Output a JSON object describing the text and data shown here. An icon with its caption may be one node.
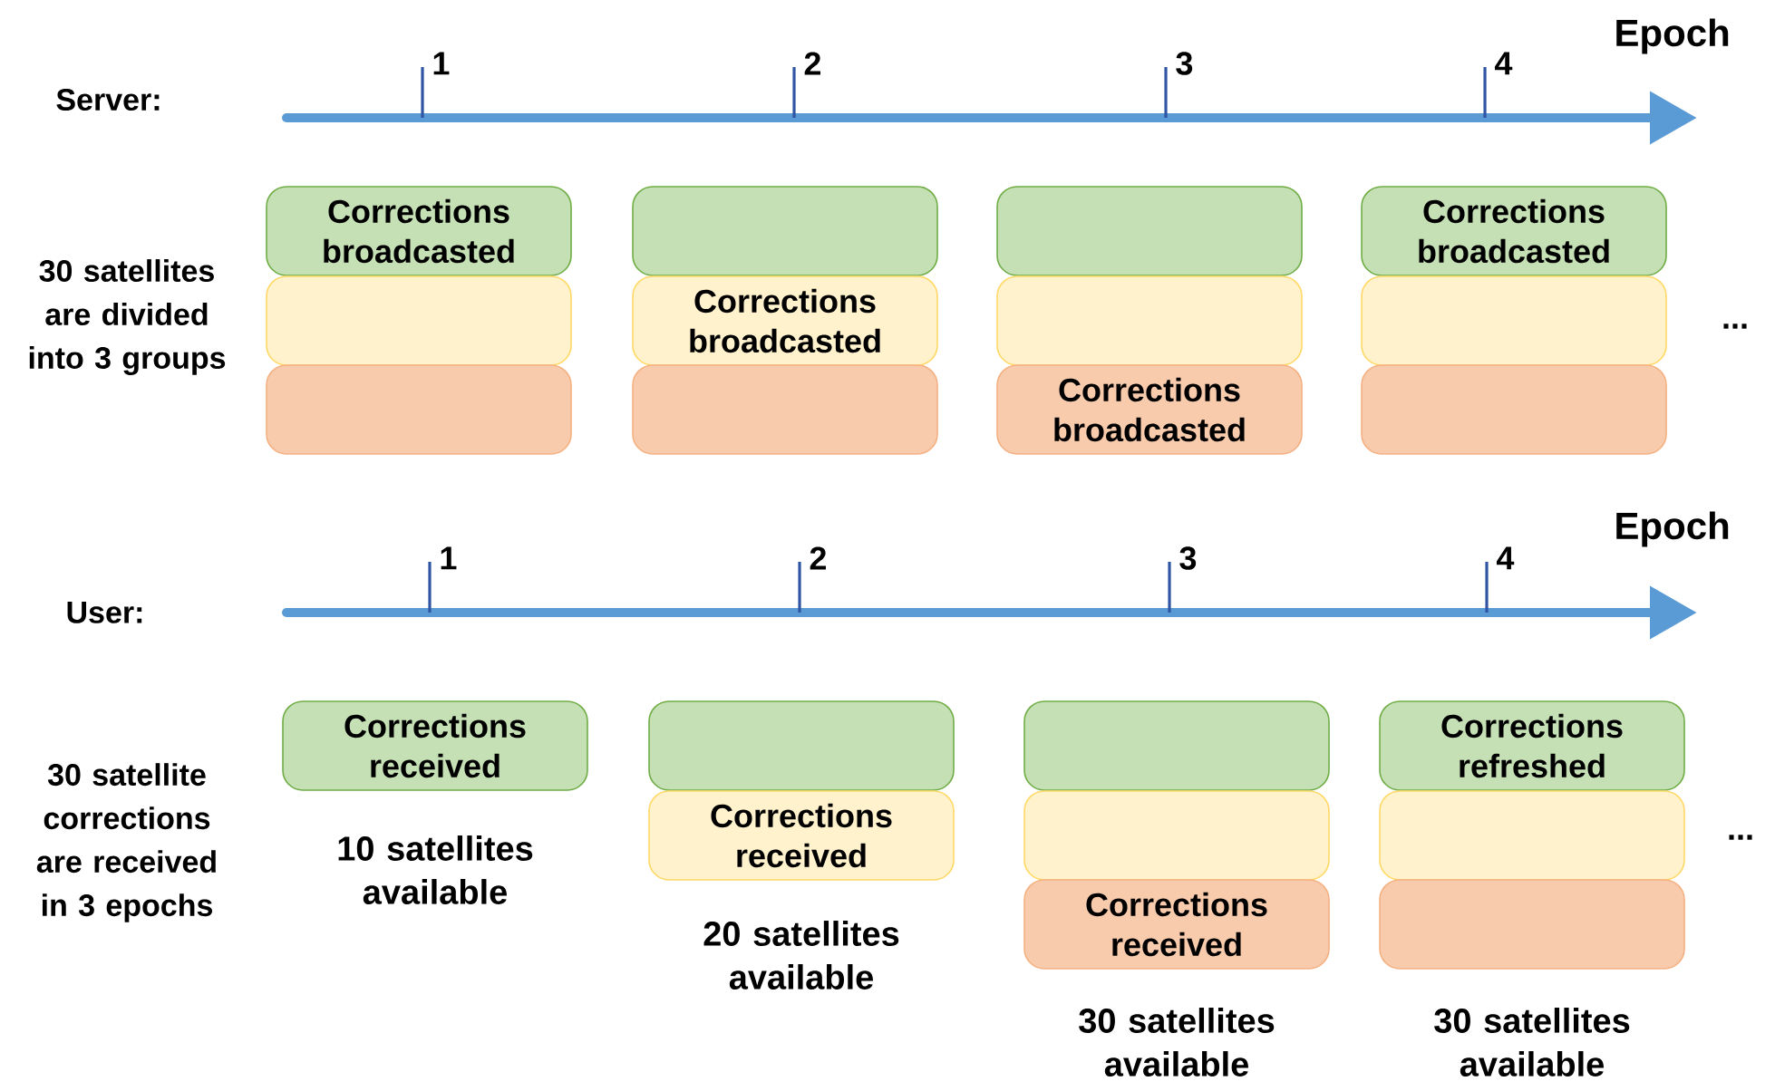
{
  "diagram": {
    "nodes": [
      {
        "text": [
          "Corrections broadcasted"
        ]
      },
      {
        "text": [],
        "shape": "box"
      },
      {
        "text": [],
        "shape": "box"
      },
      {
        "text": [],
        "shape": "box"
      },
      {
        "text": [
          "Corrections broadcasted"
        ]
      },
      {
        "text": [],
        "shape": "box"
      },
      {
        "text": [],
        "shape": "box"
      },
      {
        "text": [],
        "shape": "box"
      },
      {
        "text": [
          "Corrections broadcasted"
        ]
      },
      {
        "text": [
          "Corrections broadcasted"
        ]
      },
      {
        "text": [],
        "shape": "box"
      },
      {
        "text": [],
        "shape": "box"
      },
      {
        "text": [
          "Corrections received"
        ],
        "beside": [
          "10 satellites available"
        ]
      },
      {
        "text": [],
        "shape": "box"
      },
      {
        "text": [
          "Corrections received"
        ],
        "beside": [
          "20 satellites available"
        ]
      },
      {
        "text": [],
        "shape": "box"
      },
      {
        "text": [],
        "shape": "box"
      },
      {
        "text": [
          "Corrections received"
        ],
        "beside": [
          "30 satellites available"
        ]
      },
      {
        "text": [
          "Corrections refreshed"
        ]
      },
      {
        "text": [],
        "shape": "box"
      },
      {
        "text": [],
        "shape": "box",
        "beside": [
          "30 satellites available"
        ]
      }
    ],
    "edges": [],
    "labels": [
      "Epoch",
      "1",
      "2",
      "3",
      "4",
      "Server:",
      "30 satellites are divided into 3 groups",
      "...",
      "Epoch",
      "1",
      "2",
      "3",
      "4",
      "User:",
      "30 satellite corrections are received in 3 epochs",
      "..."
    ]
  }
}
